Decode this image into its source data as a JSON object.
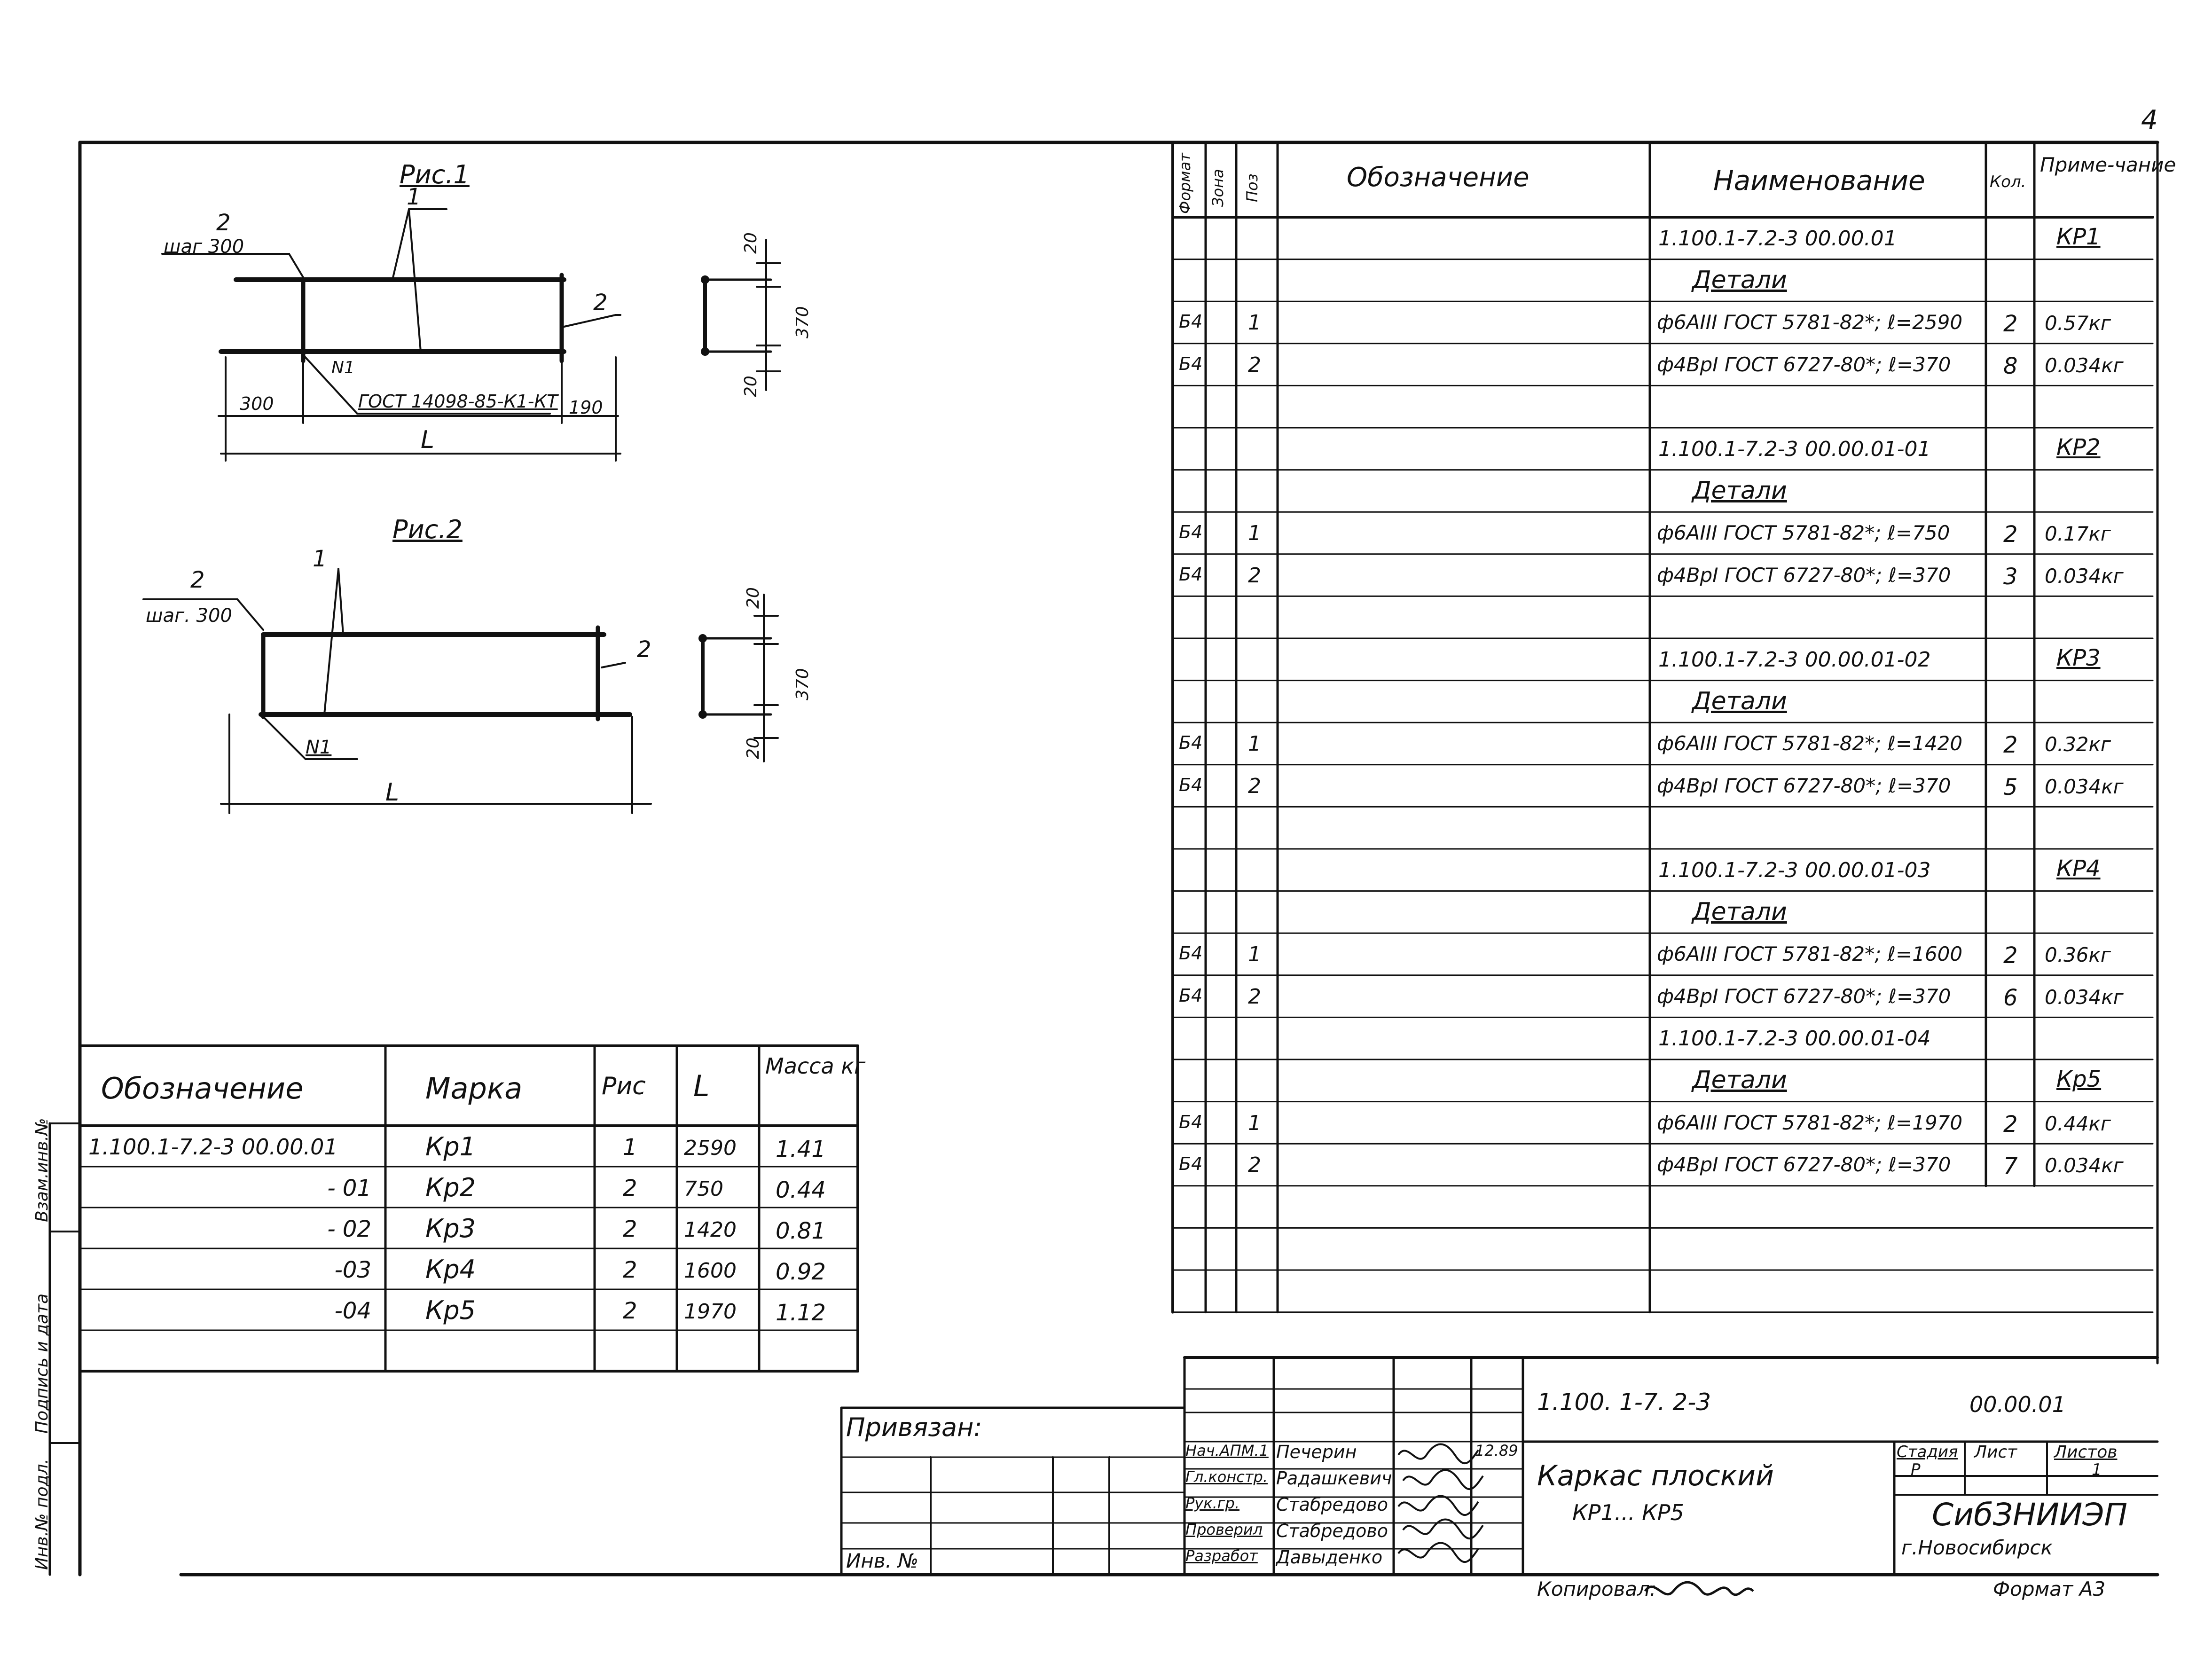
{
  "sheet_number": "4",
  "fig1": {
    "title": "Рис.1",
    "callout_2_label": "2",
    "callout_2_step": "шаг 300",
    "callout_1": "1",
    "callout_2_right": "2",
    "weld_label": "N1",
    "weld_std": "ГОСТ 14098-85-К1-КТ",
    "dim_left": "300",
    "dim_right": "190",
    "dim_total": "L",
    "sec_top": "20",
    "sec_mid": "370",
    "sec_bot": "20"
  },
  "fig2": {
    "title": "Рис.2",
    "callout_2_label": "2",
    "callout_2_step": "шаг. 300",
    "callout_1": "1",
    "callout_2_right": "2",
    "weld_label": "N1",
    "dim_total": "L",
    "sec_top": "20",
    "sec_mid": "370",
    "sec_bot": "20"
  },
  "marks_table": {
    "headers": [
      "Обозначение",
      "Марка",
      "Рис",
      "L",
      "Масса кг"
    ],
    "rows": [
      {
        "code": "1.100.1-7.2-3     00.00.01",
        "mark": "Кр1",
        "fig": "1",
        "length": "2590",
        "mass": "1.41"
      },
      {
        "code": "- 01",
        "mark": "Кр2",
        "fig": "2",
        "length": "750",
        "mass": "0.44"
      },
      {
        "code": "- 02",
        "mark": "Кр3",
        "fig": "2",
        "length": "1420",
        "mass": "0.81"
      },
      {
        "code": "-03",
        "mark": "Кр4",
        "fig": "2",
        "length": "1600",
        "mass": "0.92"
      },
      {
        "code": "-04",
        "mark": "Кр5",
        "fig": "2",
        "length": "1970",
        "mass": "1.12"
      }
    ]
  },
  "side_stamp": [
    "Инв.№ подл.",
    "Подпись и дата",
    "Взам.инв.№"
  ],
  "spec_table": {
    "headers": {
      "format": "Формат",
      "zone": "Зона",
      "pos": "Поз",
      "designation": "Обозначение",
      "name": "Наименование",
      "qty": "Кол.",
      "note": "Приме-чание"
    },
    "rows": [
      {
        "type": "header",
        "name": "1.100.1-7.2-3     00.00.01",
        "note": "КР1"
      },
      {
        "type": "section",
        "name": "Детали"
      },
      {
        "type": "item",
        "format": "Б4",
        "pos": "1",
        "name": "ф6АIII  ГОСТ 5781-82*; ℓ=2590",
        "qty": "2",
        "note": "0.57кг"
      },
      {
        "type": "item",
        "format": "Б4",
        "pos": "2",
        "name": "ф4ВрI  ГОСТ 6727-80*; ℓ=370",
        "qty": "8",
        "note": "0.034кг"
      },
      {
        "type": "blank"
      },
      {
        "type": "header",
        "name": "1.100.1-7.2-3     00.00.01-01",
        "note": "КР2"
      },
      {
        "type": "section",
        "name": "Детали"
      },
      {
        "type": "item",
        "format": "Б4",
        "pos": "1",
        "name": "ф6АIII  ГОСТ 5781-82*; ℓ=750",
        "qty": "2",
        "note": "0.17кг"
      },
      {
        "type": "item",
        "format": "Б4",
        "pos": "2",
        "name": "ф4ВрI ГОСТ 6727-80*; ℓ=370",
        "qty": "3",
        "note": "0.034кг"
      },
      {
        "type": "blank"
      },
      {
        "type": "header",
        "name": "1.100.1-7.2-3     00.00.01-02",
        "note": "КР3"
      },
      {
        "type": "section",
        "name": "Детали"
      },
      {
        "type": "item",
        "format": "Б4",
        "pos": "1",
        "name": "ф6АIII  ГОСТ 5781-82*; ℓ=1420",
        "qty": "2",
        "note": "0.32кг"
      },
      {
        "type": "item",
        "format": "Б4",
        "pos": "2",
        "name": "ф4ВрI ГОСТ 6727-80*; ℓ=370",
        "qty": "5",
        "note": "0.034кг"
      },
      {
        "type": "blank"
      },
      {
        "type": "header",
        "name": "1.100.1-7.2-3     00.00.01-03",
        "note": "КР4"
      },
      {
        "type": "section",
        "name": "Детали"
      },
      {
        "type": "item",
        "format": "Б4",
        "pos": "1",
        "name": "ф6АIII  ГОСТ 5781-82*; ℓ=1600",
        "qty": "2",
        "note": "0.36кг"
      },
      {
        "type": "item",
        "format": "Б4",
        "pos": "2",
        "name": "ф4ВрI ГОСТ 6727-80*; ℓ=370",
        "qty": "6",
        "note": "0.034кг"
      },
      {
        "type": "header",
        "name": "1.100.1-7.2-3     00.00.01-04",
        "note": ""
      },
      {
        "type": "section",
        "name": "Детали",
        "note": "Кр5"
      },
      {
        "type": "item",
        "format": "Б4",
        "pos": "1",
        "name": "ф6АIII  ГОСТ 5781-82*; ℓ=1970",
        "qty": "2",
        "note": "0.44кг"
      },
      {
        "type": "item",
        "format": "Б4",
        "pos": "2",
        "name": "ф4ВрI  ГОСТ 6727-80*; ℓ=370",
        "qty": "7",
        "note": "0.034кг"
      },
      {
        "type": "blank"
      },
      {
        "type": "blank"
      },
      {
        "type": "blank"
      }
    ]
  },
  "title_block": {
    "binding_label": "Привязан:",
    "inv_label": "Инв. №",
    "document_code": "1.100. 1-7. 2-3",
    "document_suffix": "00.00.01",
    "title_line1": "Каркас плоский",
    "title_line2": "КР1... КР5",
    "stage_header": "Стадия",
    "sheet_header": "Лист",
    "sheets_header": "Листов",
    "stage_value": "Р",
    "sheets_value": "1",
    "org_name": "СибЗНИИЭП",
    "org_city": "г.Новосибирск",
    "date": "12.89",
    "people": [
      {
        "role": "Нач.АПМ.1",
        "name": "Печерин"
      },
      {
        "role": "Гл.констр.",
        "name": "Радашкевич"
      },
      {
        "role": "Рук.гр.",
        "name": "Стабредово"
      },
      {
        "role": "Проверил",
        "name": "Стабредово"
      },
      {
        "role": "Разработ",
        "name": "Давыденко"
      }
    ]
  },
  "copied_label": "Копировал:",
  "format_label": "Формат А3"
}
